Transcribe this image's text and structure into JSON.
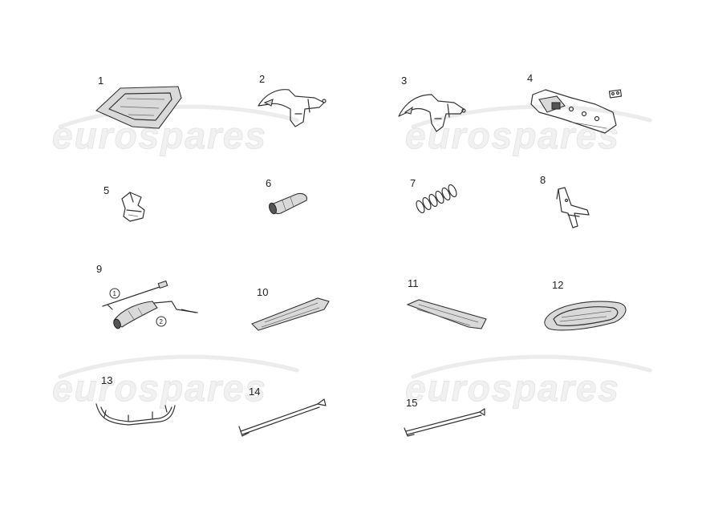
{
  "watermark": {
    "text": "eurospares"
  },
  "parts": [
    {
      "number": "1",
      "icon": "windscreen-frame-icon"
    },
    {
      "number": "2",
      "icon": "hinge-bracket-icon"
    },
    {
      "number": "3",
      "icon": "hinge-bracket-icon"
    },
    {
      "number": "4",
      "icon": "hood-panel-bracket-icon"
    },
    {
      "number": "5",
      "icon": "clip-block-icon"
    },
    {
      "number": "6",
      "icon": "rubber-grommet-icon"
    },
    {
      "number": "7",
      "icon": "coil-spring-icon"
    },
    {
      "number": "8",
      "icon": "hook-latch-icon"
    },
    {
      "number": "9",
      "icon": "release-cable-icon"
    },
    {
      "number": "10",
      "icon": "seal-strip-icon"
    },
    {
      "number": "11",
      "icon": "seal-strip-icon"
    },
    {
      "number": "12",
      "icon": "oval-grille-icon"
    },
    {
      "number": "13",
      "icon": "curved-trim-strip-icon"
    },
    {
      "number": "14",
      "icon": "support-rod-icon"
    },
    {
      "number": "15",
      "icon": "support-rod-icon"
    }
  ],
  "callouts": [
    "1",
    "2"
  ]
}
